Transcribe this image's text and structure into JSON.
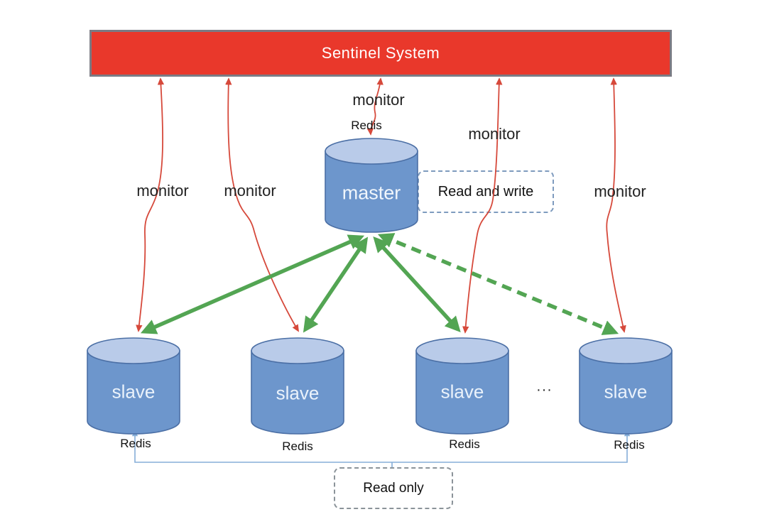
{
  "banner": {
    "label": "Sentinel System"
  },
  "master": {
    "label": "master",
    "redis_label": "Redis"
  },
  "slaves": [
    {
      "label": "slave",
      "redis_label": "Redis"
    },
    {
      "label": "slave",
      "redis_label": "Redis"
    },
    {
      "label": "slave",
      "redis_label": "Redis"
    },
    {
      "label": "slave",
      "redis_label": "Redis"
    }
  ],
  "ellipsis": "...",
  "monitor_labels": [
    "monitor",
    "monitor",
    "monitor",
    "monitor",
    "monitor"
  ],
  "callouts": {
    "read_write": "Read and write",
    "read_only": "Read only"
  },
  "colors": {
    "banner_fill": "#e9382b",
    "banner_border": "#7b7b84",
    "monitor_arrow": "#d6493b",
    "replication_arrow": "#53a553",
    "cylinder_body": "#6d96cc",
    "cylinder_top": "#b9cbe9",
    "cylinder_stroke": "#4b6fa5",
    "read_only_link": "#86aed8"
  }
}
